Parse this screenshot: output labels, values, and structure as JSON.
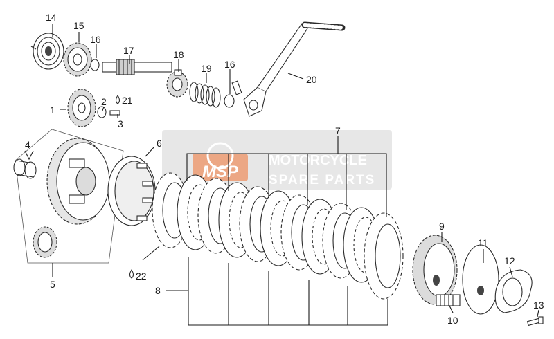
{
  "watermark": {
    "logo_text": "MSP",
    "line1": "MOTORCYCLE",
    "line2": "SPARE PARTS",
    "box_color": "#b9b9b9",
    "logo_color": "#e8743b"
  },
  "callouts": {
    "c1": "1",
    "c2": "2",
    "c3": "3",
    "c4": "4",
    "c5": "5",
    "c6": "6",
    "c7": "7",
    "c8": "8",
    "c9": "9",
    "c10": "10",
    "c11": "11",
    "c12": "12",
    "c13": "13",
    "c14": "14",
    "c15": "15",
    "c16a": "16",
    "c16b": "16",
    "c17": "17",
    "c18": "18",
    "c19": "19",
    "c20": "20",
    "c21": "21",
    "c22": "22"
  },
  "line_color": "#1a1a1a"
}
